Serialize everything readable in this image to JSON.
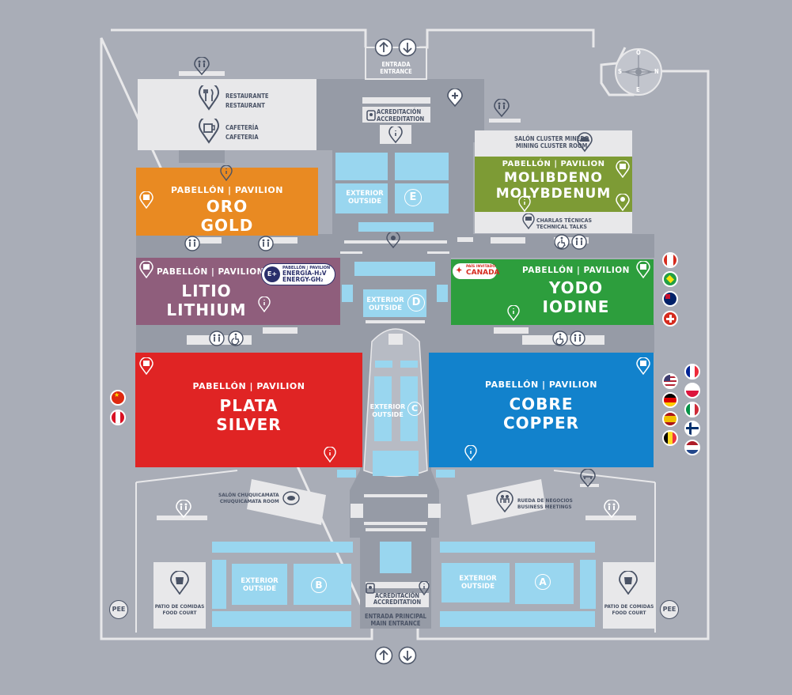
{
  "entrances": {
    "top": {
      "es": "ENTRADA",
      "en": "ENTRANCE"
    },
    "main": {
      "es": "ENTRADA PRINCIPAL",
      "en": "MAIN ENTRANCE"
    }
  },
  "accreditation": {
    "es": "ACREDITACIÓN",
    "en": "ACCREDITATION"
  },
  "restaurant": {
    "es": "RESTAURANTE",
    "en": "RESTAURANT"
  },
  "cafeteria": {
    "es": "CAFETERÍA",
    "en": "CAFETERIA"
  },
  "mining_cluster": {
    "es": "SALÓN CLUSTER MINERO",
    "en": "MINING CLUSTER ROOM"
  },
  "technical_talks": {
    "es": "CHARLAS TÉCNICAS",
    "en": "TECHNICAL TALKS"
  },
  "chuquicamata": {
    "es": "SALÓN CHUQUICAMATA",
    "en": "CHUQUICAMATA ROOM"
  },
  "business": {
    "es": "RUEDA DE NEGOCIOS",
    "en": "BUSINESS MEETINGS"
  },
  "food_court": {
    "es": "PATIO DE COMIDAS",
    "en": "FOOD COURT"
  },
  "pee": "PEE",
  "compass": {
    "n": "N",
    "s": "S",
    "e": "E",
    "o": "O"
  },
  "pavilion_header": "PABELLÓN  |  PAVILION",
  "pavilions": {
    "oro": {
      "es": "ORO",
      "en": "GOLD",
      "color": "#e98a22"
    },
    "molibdeno": {
      "es": "MOLIBDENO",
      "en": "MOLYBDENUM",
      "color": "#7d9b35"
    },
    "litio": {
      "es": "LITIO",
      "en": "LITHIUM",
      "color": "#8f5e7c"
    },
    "yodo": {
      "es": "YODO",
      "en": "IODINE",
      "color": "#2d9e3d"
    },
    "plata": {
      "es": "PLATA",
      "en": "SILVER",
      "color": "#e02424"
    },
    "cobre": {
      "es": "COBRE",
      "en": "COPPER",
      "color": "#1282cc"
    }
  },
  "energy_badge": {
    "icon": "E+",
    "line1": "PABELLÓN | PAVILION",
    "line2": "ENERGÍA-H₂V",
    "line3": "ENERGY-GH₂"
  },
  "canada_badge": {
    "line1": "PAÍS INVITADO",
    "line2": "CANADA"
  },
  "exterior": {
    "es": "EXTERIOR",
    "en": "OUTSIDE"
  },
  "zones": {
    "a": "A",
    "b": "B",
    "c": "C",
    "d": "D",
    "e": "E"
  },
  "colors": {
    "background": "#a9adb7",
    "floor": "#969ba6",
    "light": "#e8e8ea",
    "outdoor": "#99d6ef",
    "text": "#4a5366"
  }
}
